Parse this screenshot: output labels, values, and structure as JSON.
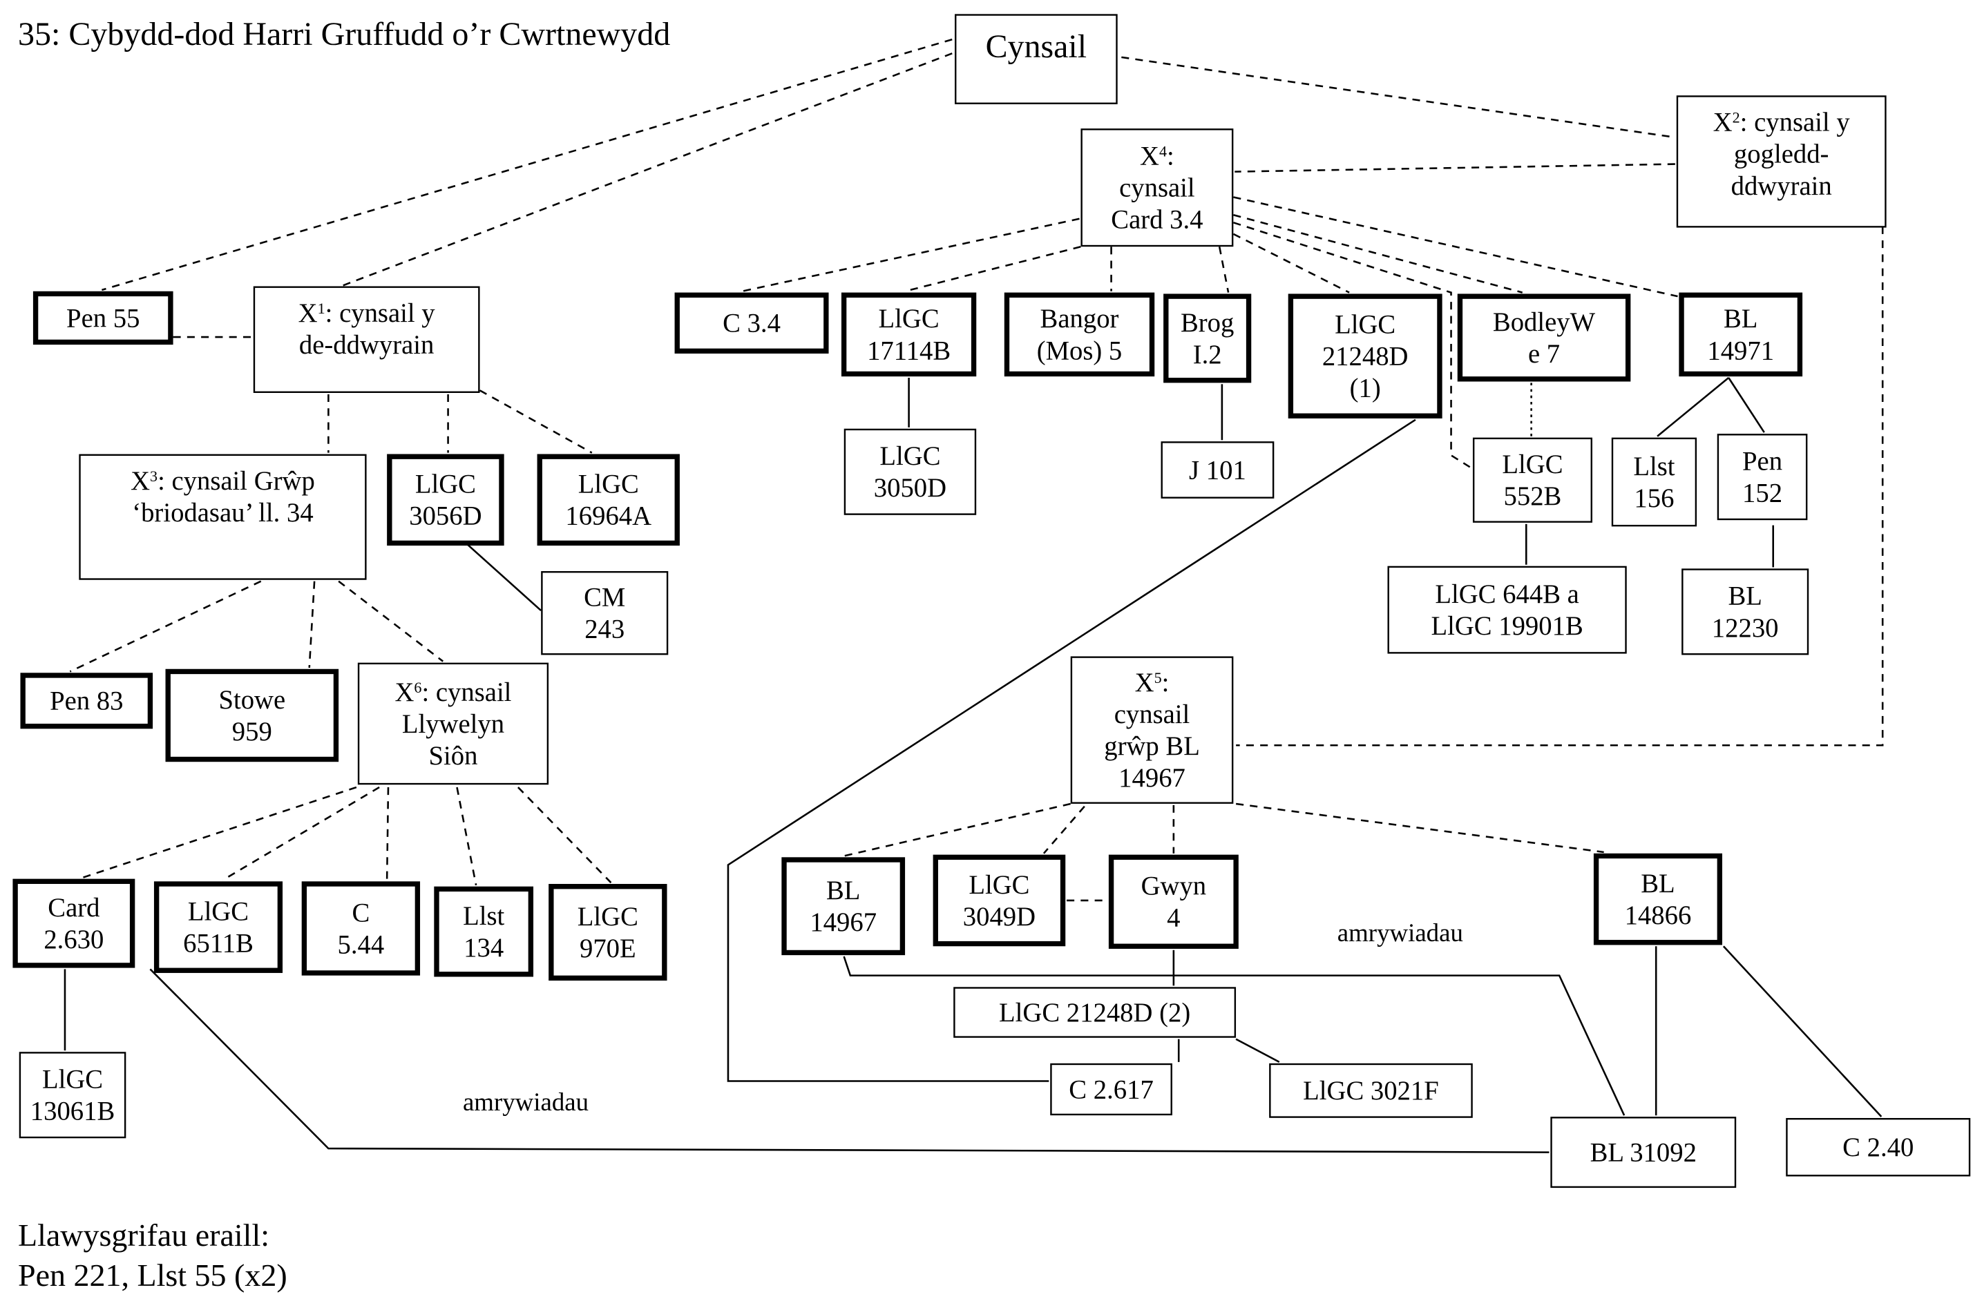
{
  "title": "35: Cybydd-dod Harri Gruffudd o’r Cwrtnewydd",
  "other_manuscripts": {
    "heading": "Llawysgrifau eraill:",
    "list": "Pen 221, Llst 55 (x2)"
  },
  "annotations": {
    "variants_left": "amrywiadau",
    "variants_right": "amrywiadau"
  },
  "nodes": {
    "cynsail": {
      "lines": [
        "Cynsail"
      ],
      "style": "archetype"
    },
    "x1": {
      "lines": [
        "X^1: cynsail y",
        "de-ddwyrain"
      ],
      "style": "hypothetical"
    },
    "x2": {
      "lines": [
        "X^2: cynsail y",
        "gogledd-",
        "ddwyrain"
      ],
      "style": "hypothetical"
    },
    "x3": {
      "lines": [
        "X^3: cynsail Grŵp",
        "‘briodasau’ ll. 34"
      ],
      "style": "hypothetical"
    },
    "x4": {
      "lines": [
        "X^4:",
        "cynsail",
        "Card 3.4"
      ],
      "style": "hypothetical"
    },
    "x5": {
      "lines": [
        "X^5:",
        "cynsail",
        "grŵp BL",
        "14967"
      ],
      "style": "hypothetical"
    },
    "x6": {
      "lines": [
        "X^6: cynsail",
        "Llywelyn",
        "Siôn"
      ],
      "style": "hypothetical"
    },
    "pen55": {
      "lines": [
        "Pen 55"
      ],
      "style": "primary"
    },
    "llgc3056d": {
      "lines": [
        "LlGC",
        "3056D"
      ],
      "style": "primary"
    },
    "llgc16964a": {
      "lines": [
        "LlGC",
        "16964A"
      ],
      "style": "primary"
    },
    "cm243": {
      "lines": [
        "CM",
        "243"
      ],
      "style": "copy"
    },
    "pen83": {
      "lines": [
        "Pen 83"
      ],
      "style": "primary"
    },
    "stowe959": {
      "lines": [
        "Stowe",
        "959"
      ],
      "style": "primary"
    },
    "card2630": {
      "lines": [
        "Card",
        "2.630"
      ],
      "style": "primary"
    },
    "llgc6511b": {
      "lines": [
        "LlGC",
        "6511B"
      ],
      "style": "primary"
    },
    "c544": {
      "lines": [
        "C",
        "5.44"
      ],
      "style": "primary"
    },
    "llst134": {
      "lines": [
        "Llst",
        "134"
      ],
      "style": "primary"
    },
    "llgc970e": {
      "lines": [
        "LlGC",
        "970E"
      ],
      "style": "primary"
    },
    "llgc13061b": {
      "lines": [
        "LlGC",
        "13061B"
      ],
      "style": "copy"
    },
    "c34": {
      "lines": [
        "C 3.4"
      ],
      "style": "primary"
    },
    "llgc17114b": {
      "lines": [
        "LlGC",
        "17114B"
      ],
      "style": "primary"
    },
    "bangor5": {
      "lines": [
        "Bangor",
        "(Mos) 5"
      ],
      "style": "primary"
    },
    "brogi2": {
      "lines": [
        "Brog",
        "I.2"
      ],
      "style": "primary"
    },
    "llgc21248d1": {
      "lines": [
        "LlGC",
        "21248D",
        "(1)"
      ],
      "style": "primary"
    },
    "bodleywe7": {
      "lines": [
        "BodleyW",
        "e 7"
      ],
      "style": "primary"
    },
    "bl14971": {
      "lines": [
        "BL",
        "14971"
      ],
      "style": "primary"
    },
    "llgc3050d": {
      "lines": [
        "LlGC",
        "3050D"
      ],
      "style": "copy"
    },
    "j101": {
      "lines": [
        "J 101"
      ],
      "style": "copy"
    },
    "llgc552b": {
      "lines": [
        "LlGC",
        "552B"
      ],
      "style": "copy"
    },
    "llst156": {
      "lines": [
        "Llst",
        "156"
      ],
      "style": "copy"
    },
    "pen152": {
      "lines": [
        "Pen",
        "152"
      ],
      "style": "copy"
    },
    "llgc644b": {
      "lines": [
        "LlGC 644B a",
        "LlGC 19901B"
      ],
      "style": "copy"
    },
    "bl12230": {
      "lines": [
        "BL",
        "12230"
      ],
      "style": "copy"
    },
    "bl14967": {
      "lines": [
        "BL",
        "14967"
      ],
      "style": "primary"
    },
    "llgc3049d": {
      "lines": [
        "LlGC",
        "3049D"
      ],
      "style": "primary"
    },
    "gwyn4": {
      "lines": [
        "Gwyn",
        "4"
      ],
      "style": "primary"
    },
    "bl14866": {
      "lines": [
        "BL",
        "14866"
      ],
      "style": "primary"
    },
    "llgc21248d2": {
      "lines": [
        "LlGC 21248D (2)"
      ],
      "style": "copy"
    },
    "c2617": {
      "lines": [
        "C 2.617"
      ],
      "style": "copy"
    },
    "llgc3021f": {
      "lines": [
        "LlGC 3021F"
      ],
      "style": "copy"
    },
    "bl31092": {
      "lines": [
        "BL 31092"
      ],
      "style": "copy"
    },
    "c240": {
      "lines": [
        "C 2.40"
      ],
      "style": "copy"
    }
  },
  "edges": [
    {
      "from": "cynsail",
      "to": "pen55",
      "type": "dashed"
    },
    {
      "from": "cynsail",
      "to": "x1",
      "type": "dashed"
    },
    {
      "from": "cynsail",
      "to": "x2",
      "type": "dashed"
    },
    {
      "from": "pen55",
      "to": "x1",
      "type": "dashed"
    },
    {
      "from": "x1",
      "to": "x3",
      "type": "dashed"
    },
    {
      "from": "x1",
      "to": "llgc3056d",
      "type": "dashed"
    },
    {
      "from": "x1",
      "to": "llgc16964a",
      "type": "dashed"
    },
    {
      "from": "llgc3056d",
      "to": "cm243",
      "type": "solid"
    },
    {
      "from": "x3",
      "to": "pen83",
      "type": "dashed"
    },
    {
      "from": "x3",
      "to": "stowe959",
      "type": "dashed"
    },
    {
      "from": "x3",
      "to": "x6",
      "type": "dashed"
    },
    {
      "from": "x6",
      "to": "card2630",
      "type": "dashed"
    },
    {
      "from": "x6",
      "to": "llgc6511b",
      "type": "dashed"
    },
    {
      "from": "x6",
      "to": "c544",
      "type": "dashed"
    },
    {
      "from": "x6",
      "to": "llst134",
      "type": "dashed"
    },
    {
      "from": "x6",
      "to": "llgc970e",
      "type": "dashed"
    },
    {
      "from": "card2630",
      "to": "llgc13061b",
      "type": "solid"
    },
    {
      "from": "card2630",
      "to": "bl31092",
      "type": "solid",
      "label": "variants_left"
    },
    {
      "from": "x2",
      "to": "x4",
      "type": "dashed"
    },
    {
      "from": "x2",
      "to": "x5",
      "type": "dashed"
    },
    {
      "from": "x4",
      "to": "c34",
      "type": "dashed"
    },
    {
      "from": "x4",
      "to": "llgc17114b",
      "type": "dashed"
    },
    {
      "from": "x4",
      "to": "bangor5",
      "type": "dashed"
    },
    {
      "from": "x4",
      "to": "brogi2",
      "type": "dashed"
    },
    {
      "from": "x4",
      "to": "llgc21248d1",
      "type": "dashed"
    },
    {
      "from": "x4",
      "to": "bodleywe7",
      "type": "dashed"
    },
    {
      "from": "x4",
      "to": "llgc552b",
      "type": "dashed"
    },
    {
      "from": "x4",
      "to": "bl14971",
      "type": "dashed"
    },
    {
      "from": "llgc17114b",
      "to": "llgc3050d",
      "type": "solid"
    },
    {
      "from": "brogi2",
      "to": "j101",
      "type": "solid"
    },
    {
      "from": "bodleywe7",
      "to": "llgc552b",
      "type": "dotted"
    },
    {
      "from": "llgc552b",
      "to": "llgc644b",
      "type": "solid"
    },
    {
      "from": "bl14971",
      "to": "llst156",
      "type": "solid"
    },
    {
      "from": "bl14971",
      "to": "pen152",
      "type": "solid"
    },
    {
      "from": "pen152",
      "to": "bl12230",
      "type": "solid"
    },
    {
      "from": "llgc21248d1",
      "to": "c2617",
      "type": "solid"
    },
    {
      "from": "x5",
      "to": "bl14967",
      "type": "dashed"
    },
    {
      "from": "x5",
      "to": "llgc3049d",
      "type": "dashed"
    },
    {
      "from": "x5",
      "to": "gwyn4",
      "type": "dashed"
    },
    {
      "from": "x5",
      "to": "bl14866",
      "type": "dashed"
    },
    {
      "from": "llgc3049d",
      "to": "gwyn4",
      "type": "dashed"
    },
    {
      "from": "gwyn4",
      "to": "llgc21248d2",
      "type": "solid"
    },
    {
      "from": "llgc21248d2",
      "to": "c2617",
      "type": "solid"
    },
    {
      "from": "llgc21248d2",
      "to": "llgc3021f",
      "type": "solid"
    },
    {
      "from": "bl14967",
      "to": "bl31092",
      "type": "solid",
      "label": "variants_right"
    },
    {
      "from": "bl14866",
      "to": "bl31092",
      "type": "solid"
    },
    {
      "from": "bl14866",
      "to": "c240",
      "type": "solid"
    }
  ]
}
